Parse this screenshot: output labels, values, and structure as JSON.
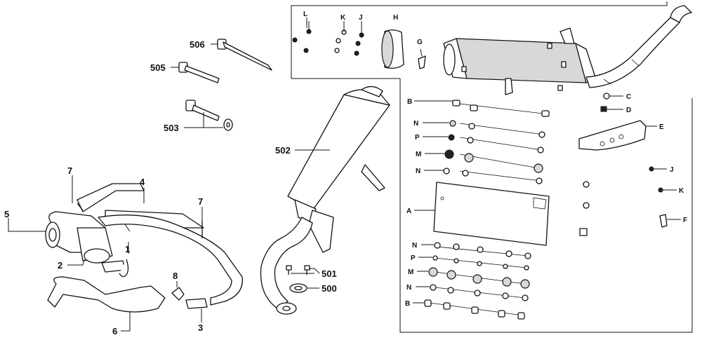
{
  "callouts": {
    "c506": "506",
    "c505": "505",
    "c503": "503",
    "c502": "502",
    "c501": "501",
    "c500": "500",
    "c1": "1",
    "c2": "2",
    "c3": "3",
    "c4": "4",
    "c5": "5",
    "c6": "6",
    "c7a": "7",
    "c7b": "7",
    "c8": "8",
    "L": "L",
    "K1": "K",
    "J1": "J",
    "H": "H",
    "G": "G",
    "B1": "B",
    "C": "C",
    "D": "D",
    "N1": "N",
    "P1": "P",
    "M1": "M",
    "N2": "N",
    "E": "E",
    "J2": "J",
    "K2": "K",
    "A": "A",
    "F": "F",
    "N3": "N",
    "P2": "P",
    "M2": "M",
    "N4": "N",
    "B2": "B"
  }
}
